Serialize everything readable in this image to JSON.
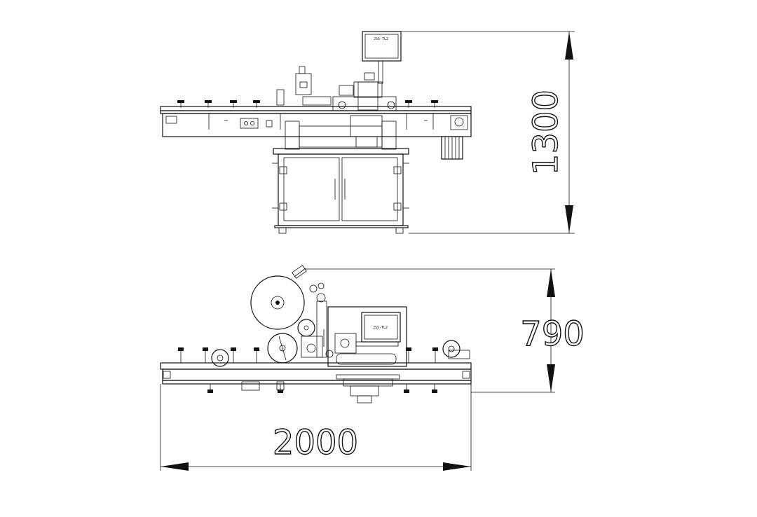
{
  "dimensions": {
    "height_front": "1300",
    "height_side": "790",
    "length": "2000"
  },
  "panel_label": "JSS-TL2"
}
